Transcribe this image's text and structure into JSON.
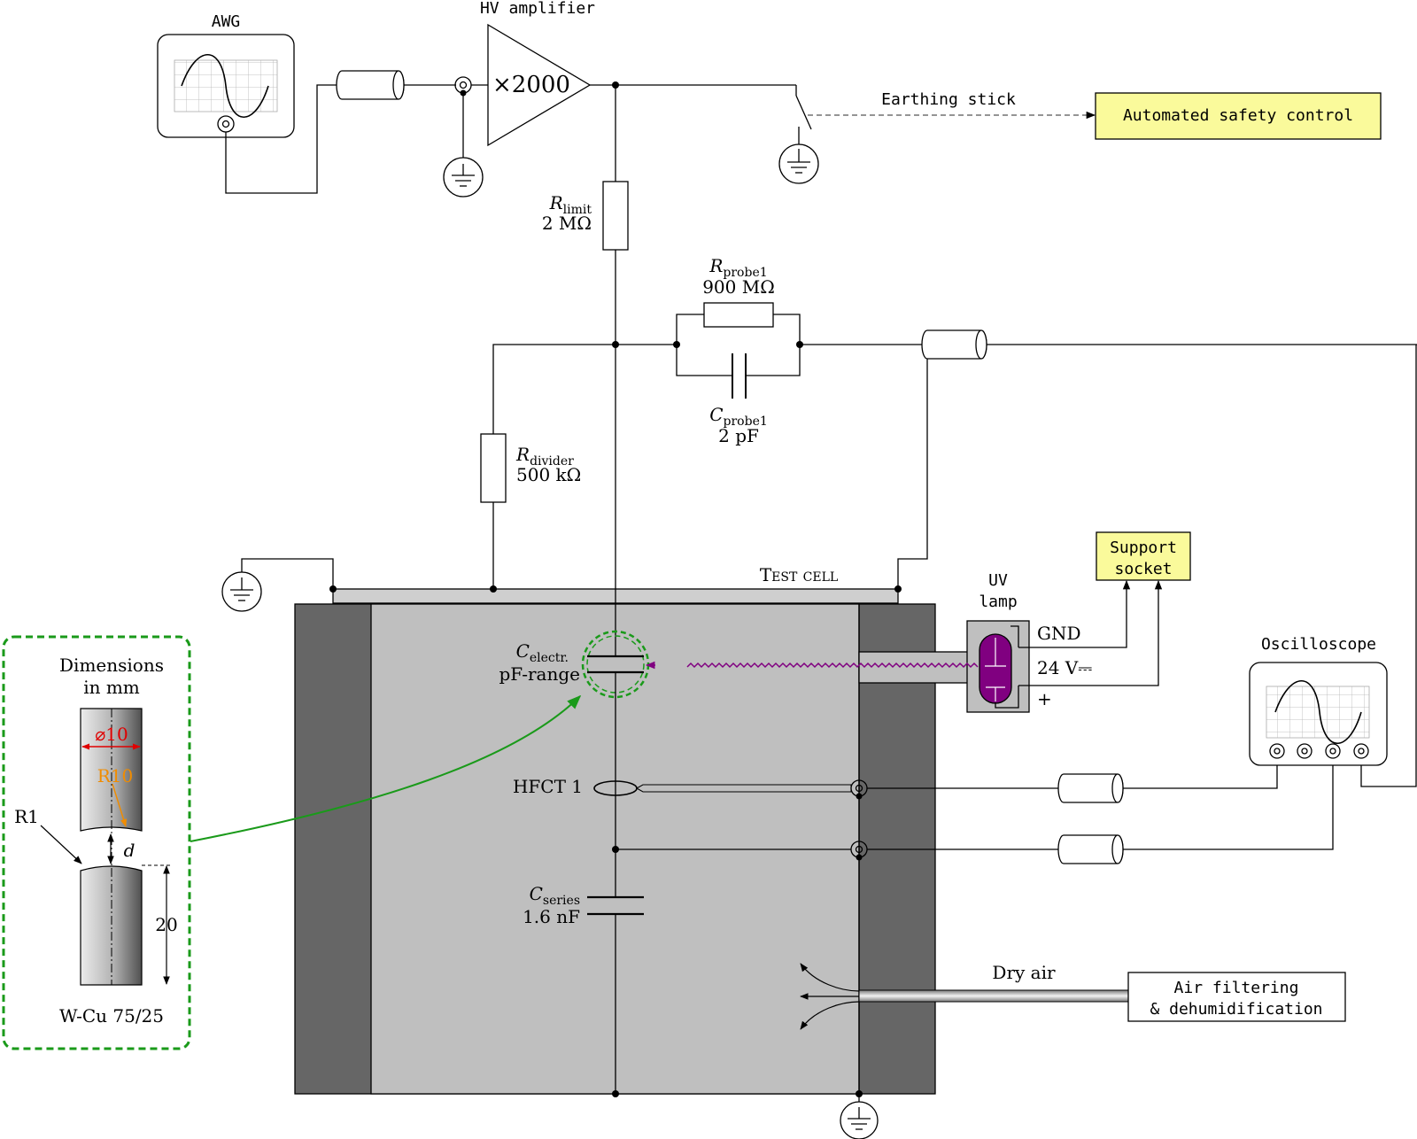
{
  "equipment": {
    "awg": "AWG",
    "hv_amplifier": "HV amplifier",
    "gain": "×2000",
    "earthing_stick": "Earthing stick",
    "safety_control": "Automated safety control",
    "oscilloscope": "Oscilloscope",
    "support_socket_line1": "Support",
    "support_socket_line2": "socket",
    "uv_lamp_line1": "UV",
    "uv_lamp_line2": "lamp",
    "air_filter_line1": "Air filtering",
    "air_filter_line2": "& dehumidification",
    "dry_air": "Dry air",
    "test_cell": "Test cell",
    "hfct": "HFCT 1"
  },
  "uv_terminals": {
    "gnd": "GND",
    "supply": "24 V⎓",
    "plus": "+"
  },
  "components": {
    "r_limit": {
      "sym": "R",
      "sub": "limit",
      "value": "2 MΩ"
    },
    "r_probe1": {
      "sym": "R",
      "sub": "probe1",
      "value": "900 MΩ"
    },
    "c_probe1": {
      "sym": "C",
      "sub": "probe1",
      "value": "2 pF"
    },
    "r_divider": {
      "sym": "R",
      "sub": "divider",
      "value": "500 kΩ"
    },
    "c_electr": {
      "sym": "C",
      "sub": "electr.",
      "value": "pF-range"
    },
    "c_series": {
      "sym": "C",
      "sub": "series",
      "value": "1.6 nF"
    }
  },
  "inset": {
    "title_line1": "Dimensions",
    "title_line2": "in mm",
    "diameter": "⌀10",
    "radius": "R10",
    "r1": "R1",
    "gap": "d",
    "height": "20",
    "material": "W-Cu 75/25"
  },
  "colors": {
    "cell_dark": "#666666",
    "cell_light": "#bfbfbf",
    "label_yellow": "#fafa9b",
    "uv_purple": "#800080",
    "inset_green": "#1a9a1a",
    "dimension_red": "#e00000",
    "radius_orange": "#f08c00"
  }
}
